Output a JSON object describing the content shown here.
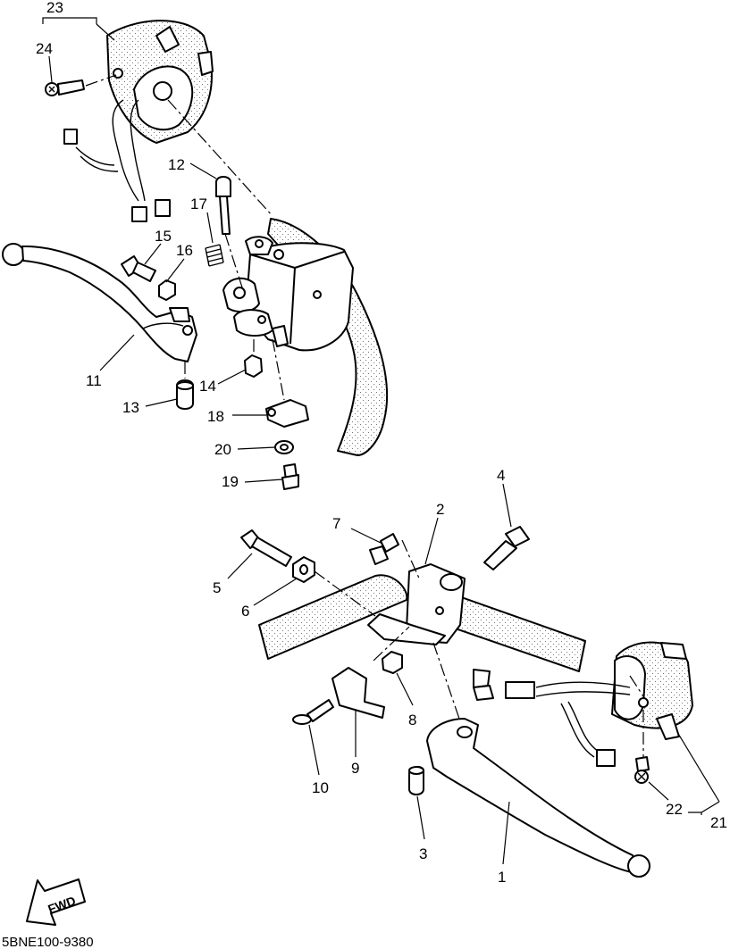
{
  "labels": {
    "l1": "1",
    "l2": "2",
    "l3": "3",
    "l4": "4",
    "l5": "5",
    "l6": "6",
    "l7": "7",
    "l8": "8",
    "l9": "9",
    "l10": "10",
    "l11": "11",
    "l12": "12",
    "l13": "13",
    "l14": "14",
    "l15": "15",
    "l16": "16",
    "l17": "17",
    "l18": "18",
    "l19": "19",
    "l20": "20",
    "l21": "21",
    "l22": "22",
    "l23": "23",
    "l24": "24"
  },
  "fwd": "FWD",
  "drawing_code": "5BNE100-9380"
}
